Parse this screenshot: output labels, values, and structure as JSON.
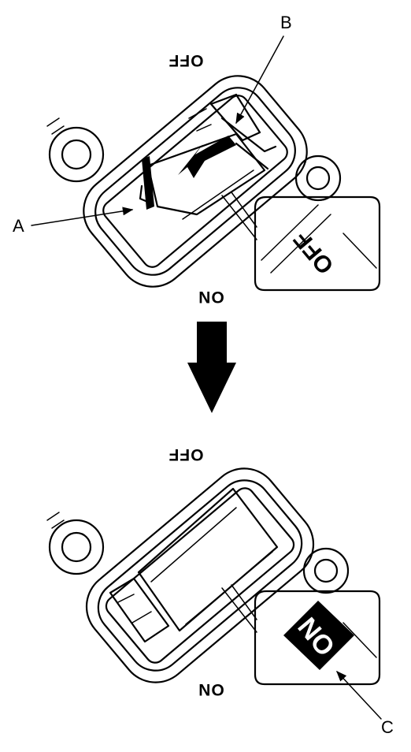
{
  "labels": {
    "a": "A",
    "b": "B",
    "c": "C"
  },
  "top_view": {
    "off_mark": "OFF",
    "on_mark": "ON",
    "window_mark": "OFF"
  },
  "bottom_view": {
    "off_mark": "OFF",
    "on_mark": "ON",
    "window_mark": "ON"
  },
  "colors": {
    "line": "#000000",
    "background": "#ffffff"
  }
}
